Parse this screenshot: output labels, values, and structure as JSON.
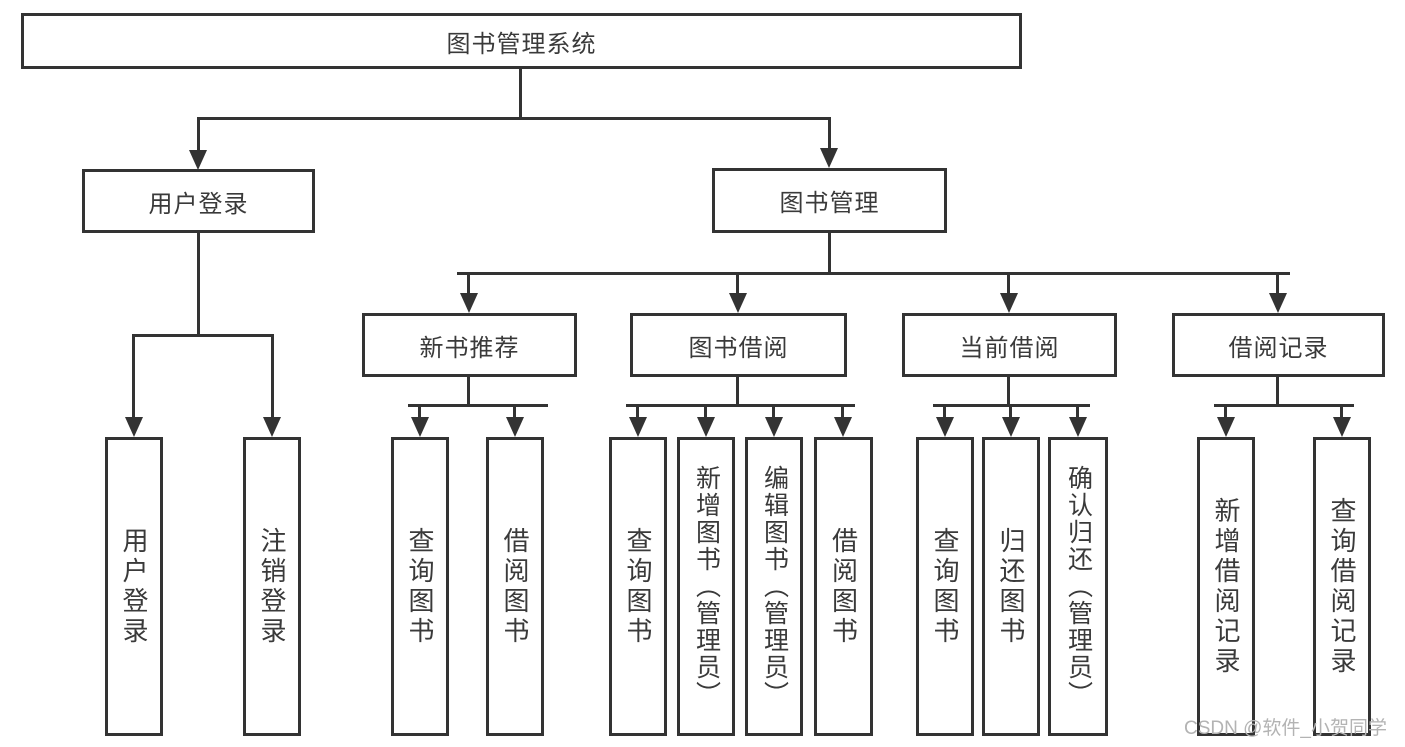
{
  "colors": {
    "line": "#333333",
    "box_border": "#333333",
    "text": "#3a3a3a",
    "box_background": "#ffffff",
    "watermark": "#b3b3b3"
  },
  "tree": {
    "root": {
      "label": "图书管理系统",
      "children": [
        {
          "label": "用户登录",
          "children": [
            {
              "label": "用户登录"
            },
            {
              "label": "注销登录"
            }
          ]
        },
        {
          "label": "图书管理",
          "children": [
            {
              "label": "新书推荐",
              "children": [
                {
                  "label": "查询图书"
                },
                {
                  "label": "借阅图书"
                }
              ]
            },
            {
              "label": "图书借阅",
              "children": [
                {
                  "label": "查询图书"
                },
                {
                  "label": "新增图书（管理员）"
                },
                {
                  "label": "编辑图书（管理员）"
                },
                {
                  "label": "借阅图书"
                }
              ]
            },
            {
              "label": "当前借阅",
              "children": [
                {
                  "label": "查询图书"
                },
                {
                  "label": "归还图书"
                },
                {
                  "label": "确认归还（管理员）"
                }
              ]
            },
            {
              "label": "借阅记录",
              "children": [
                {
                  "label": "新增借阅记录"
                },
                {
                  "label": "查询借阅记录"
                }
              ]
            }
          ]
        }
      ]
    }
  },
  "watermark": {
    "text": "CSDN @软件_小贺同学"
  }
}
